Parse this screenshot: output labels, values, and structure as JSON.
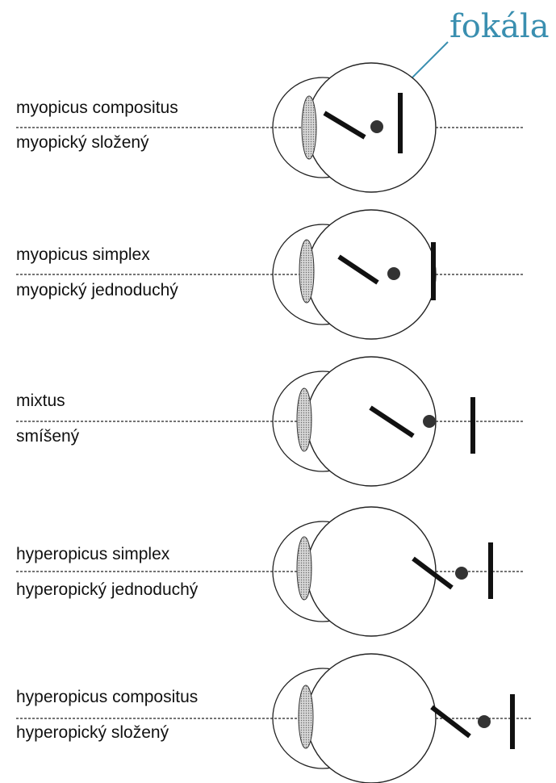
{
  "callout": {
    "text": "fokála",
    "color": "#3a8fb0"
  },
  "rows": [
    {
      "latin": "myopicus compositus",
      "czech": "myopický složený"
    },
    {
      "latin": "myopicus simplex",
      "czech": "myopický jednoduchý"
    },
    {
      "latin": "mixtus",
      "czech": "smíšený"
    },
    {
      "latin": "hyperopicus simplex",
      "czech": "hyperopický jednoduchý"
    },
    {
      "latin": "hyperopicus compositus",
      "czech": "hyperopický složený"
    }
  ]
}
